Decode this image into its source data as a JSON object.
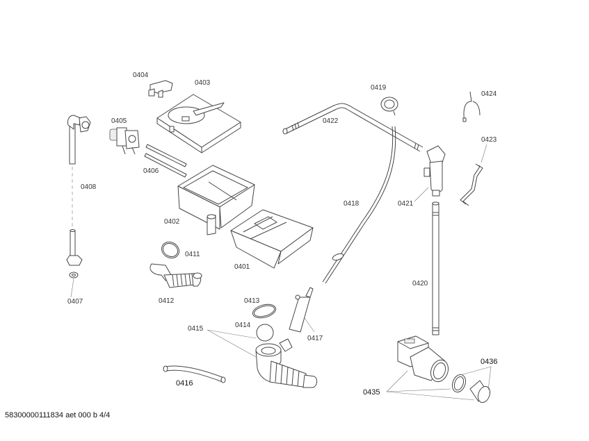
{
  "diagram": {
    "title": "Exploded parts diagram",
    "labels": {
      "p0401": "0401",
      "p0402": "0402",
      "p0403": "0403",
      "p0404": "0404",
      "p0405": "0405",
      "p0406": "0406",
      "p0407": "0407",
      "p0408": "0408",
      "p0411": "0411",
      "p0412": "0412",
      "p0413": "0413",
      "p0414": "0414",
      "p0415": "0415",
      "p0416": "0416",
      "p0417": "0417",
      "p0418": "0418",
      "p0419": "0419",
      "p0420": "0420",
      "p0421": "0421",
      "p0422": "0422",
      "p0423": "0423",
      "p0424": "0424",
      "p0435": "0435",
      "p0436": "0436"
    }
  },
  "footer": {
    "document_code": "58300000111834 aet 000 b 4/4"
  }
}
